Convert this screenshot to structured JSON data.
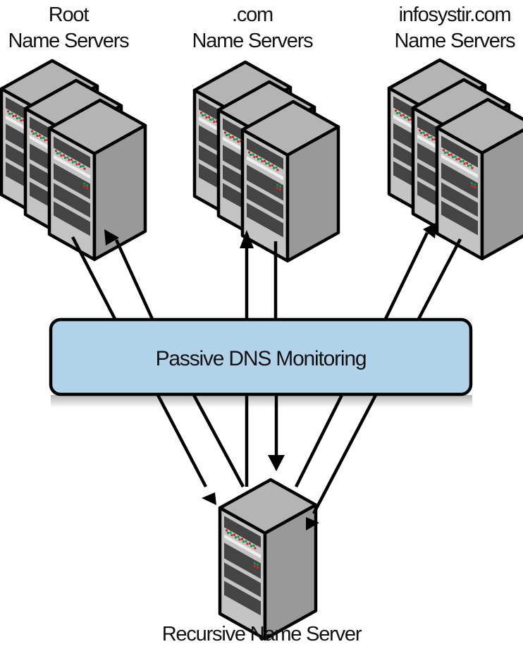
{
  "diagram": {
    "title": "Passive DNS Monitoring diagram",
    "colors": {
      "monitor_fill": "#b1d3e9",
      "stroke": "#000000",
      "server_top": "#b4b4b4",
      "server_front": "#c4c4c4",
      "server_side": "#999999",
      "slot_dark": "#444444",
      "led_red": "#d6232b",
      "led_green": "#0a9a3f",
      "light_strip": "#eeeeee"
    },
    "server_groups": [
      {
        "id": "root",
        "label_line1": "Root",
        "label_line2": "Name Servers"
      },
      {
        "id": "com",
        "label_line1": ".com",
        "label_line2": "Name Servers"
      },
      {
        "id": "infosystir",
        "label_line1": "infosystir.com",
        "label_line2": "Name Servers"
      }
    ],
    "monitor": {
      "label": "Passive DNS Monitoring"
    },
    "recursive": {
      "label": "Recursive Name Server"
    },
    "flows": [
      {
        "from": "recursive",
        "to": "root",
        "direction": "query"
      },
      {
        "from": "root",
        "to": "recursive",
        "direction": "response"
      },
      {
        "from": "recursive",
        "to": "com",
        "direction": "query"
      },
      {
        "from": "com",
        "to": "recursive",
        "direction": "response"
      },
      {
        "from": "recursive",
        "to": "infosystir",
        "direction": "query"
      },
      {
        "from": "infosystir",
        "to": "recursive",
        "direction": "response"
      }
    ]
  }
}
